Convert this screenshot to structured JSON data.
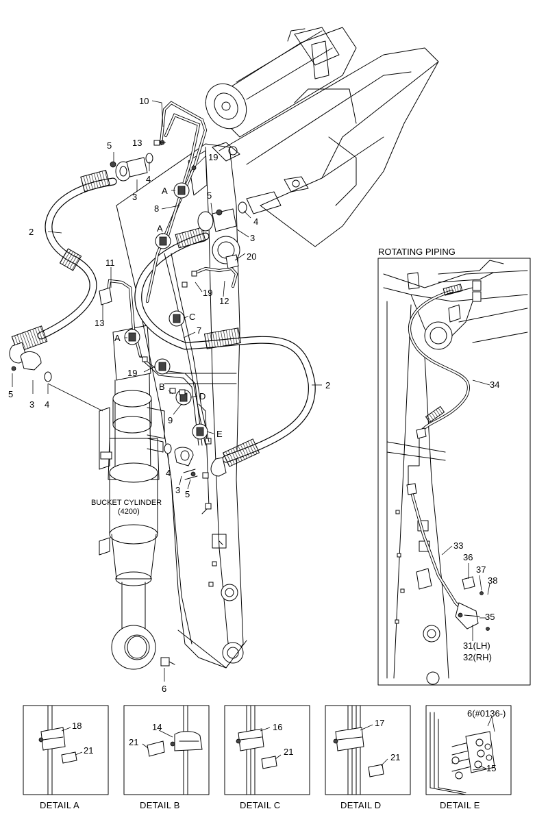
{
  "main_view": {
    "callouts": {
      "c10": "10",
      "c13_top": "13",
      "c5_top": "5",
      "c19_top": "19",
      "c4_top": "4",
      "c3_top": "3",
      "cA_1": "A",
      "c8": "8",
      "c5_mid": "5",
      "c4_mid": "4",
      "c3_mid": "3",
      "cA_2": "A",
      "c20": "20",
      "c2_left": "2",
      "c11": "11",
      "c19_mid": "19",
      "c12": "12",
      "c13_mid": "13",
      "cC": "C",
      "c7": "7",
      "cA_3": "A",
      "c19_low": "19",
      "c5_low": "5",
      "c3_low": "3",
      "c4_low": "4",
      "cB": "B",
      "cD": "D",
      "c2_right": "2",
      "c9": "9",
      "cE": "E",
      "c4_btm": "4",
      "c3_btm": "3",
      "c5_btm": "5",
      "c6": "6"
    },
    "bucket_cylinder_label": "BUCKET CYLINDER",
    "bucket_cylinder_code": "(4200)"
  },
  "rotating_piping": {
    "title": "ROTATING PIPING",
    "callouts": {
      "c34": "34",
      "c33": "33",
      "c36": "36",
      "c37": "37",
      "c38": "38",
      "c35": "35",
      "c31": "31(LH)",
      "c32": "32(RH)"
    }
  },
  "details": [
    {
      "caption": "DETAIL  A",
      "callouts": [
        "18",
        "21"
      ]
    },
    {
      "caption": "DETAIL  B",
      "callouts": [
        "14",
        "21"
      ]
    },
    {
      "caption": "DETAIL  C",
      "callouts": [
        "16",
        "21"
      ]
    },
    {
      "caption": "DETAIL  D",
      "callouts": [
        "17",
        "21"
      ]
    },
    {
      "caption": "DETAIL  E",
      "callouts": [
        "6(#0136-)",
        "15"
      ]
    }
  ]
}
